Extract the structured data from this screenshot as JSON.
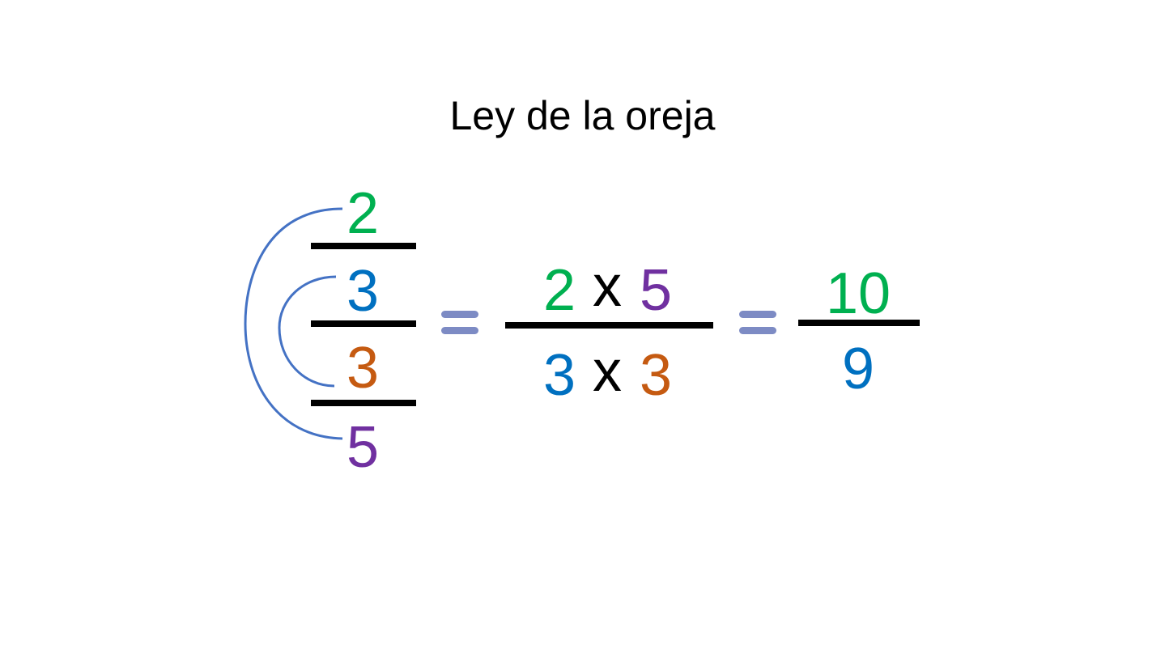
{
  "title": "Ley de la oreja",
  "stacked_fraction": {
    "top_numerator": "2",
    "top_denominator": "3",
    "bottom_numerator": "3",
    "bottom_denominator": "5"
  },
  "middle_fraction": {
    "numerator_left": "2",
    "numerator_op": "x",
    "numerator_right": "5",
    "denominator_left": "3",
    "denominator_op": "x",
    "denominator_right": "3"
  },
  "result_fraction": {
    "numerator": "10",
    "denominator": "9"
  },
  "colors": {
    "green": "#00b050",
    "blue": "#0070c0",
    "orange": "#c55a11",
    "purple": "#7030a0",
    "arc": "#4472c4",
    "equals": "#7d8bc4",
    "black": "#000000"
  }
}
